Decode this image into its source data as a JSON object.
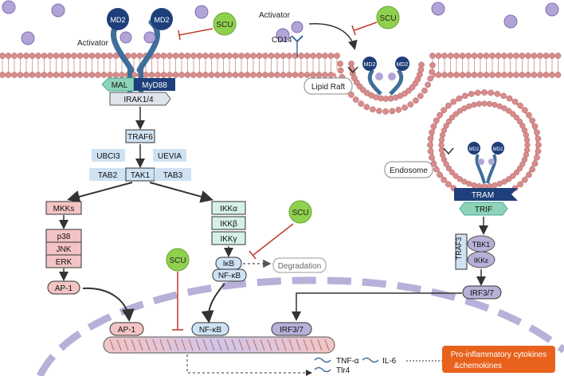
{
  "receptor": {
    "md2": "MD2",
    "activator": "Activator",
    "cd14": "CD14"
  },
  "inhibitor": {
    "scu": "SCU"
  },
  "lipid_raft": "Lipid Raft",
  "endosome": "Endosome",
  "myd88_path": {
    "mal": "MAL",
    "myd88": "MyD88",
    "irak": "IRAK1/4",
    "traf6": "TRAF6",
    "ubc13": "UBCI3",
    "uevia": "UEVIA",
    "tab2": "TAB2",
    "tak1": "TAK1",
    "tab3": "TAB3"
  },
  "mapk": {
    "mkks": "MKKs",
    "p38": "p38",
    "jnk": "JNK",
    "erk": "ERK",
    "ap1": "AP-1"
  },
  "ikk": {
    "alpha": "IKKα",
    "beta": "IKKβ",
    "gamma": "IKKγ",
    "ikb": "IκB",
    "nfkb": "NF-κB",
    "degradation": "Degradation"
  },
  "trif_path": {
    "tram": "TRAM",
    "trif": "TRIF",
    "traf3": "TRAF3",
    "tbk1": "TBK1",
    "ikke": "IKKε",
    "irf": "IRF3/7"
  },
  "nucleus": {
    "ap1": "AP-1",
    "nfkb": "NF-κB",
    "irf": "IRF3/7"
  },
  "outputs": {
    "tnf": "TNF-α",
    "il6": "IL-6",
    "tlr4": "Tlr4",
    "cytokines_line1": "Pro-inflammatory cytokines",
    "cytokines_line2": "&chemokines"
  },
  "colors": {
    "receptor": "#3f6e9a",
    "md2": "#1e3f7a",
    "ligand": "#b3a4d8",
    "scu": "#8fd14f",
    "inhibit": "#c0392b",
    "lipid": "#d98c8c",
    "box_pink": "#f4c4c4",
    "box_green": "#d6f0e6",
    "box_blue": "#cfe2f3",
    "nucleus": "#b8b0d8",
    "cytokine": "#e8621c"
  }
}
